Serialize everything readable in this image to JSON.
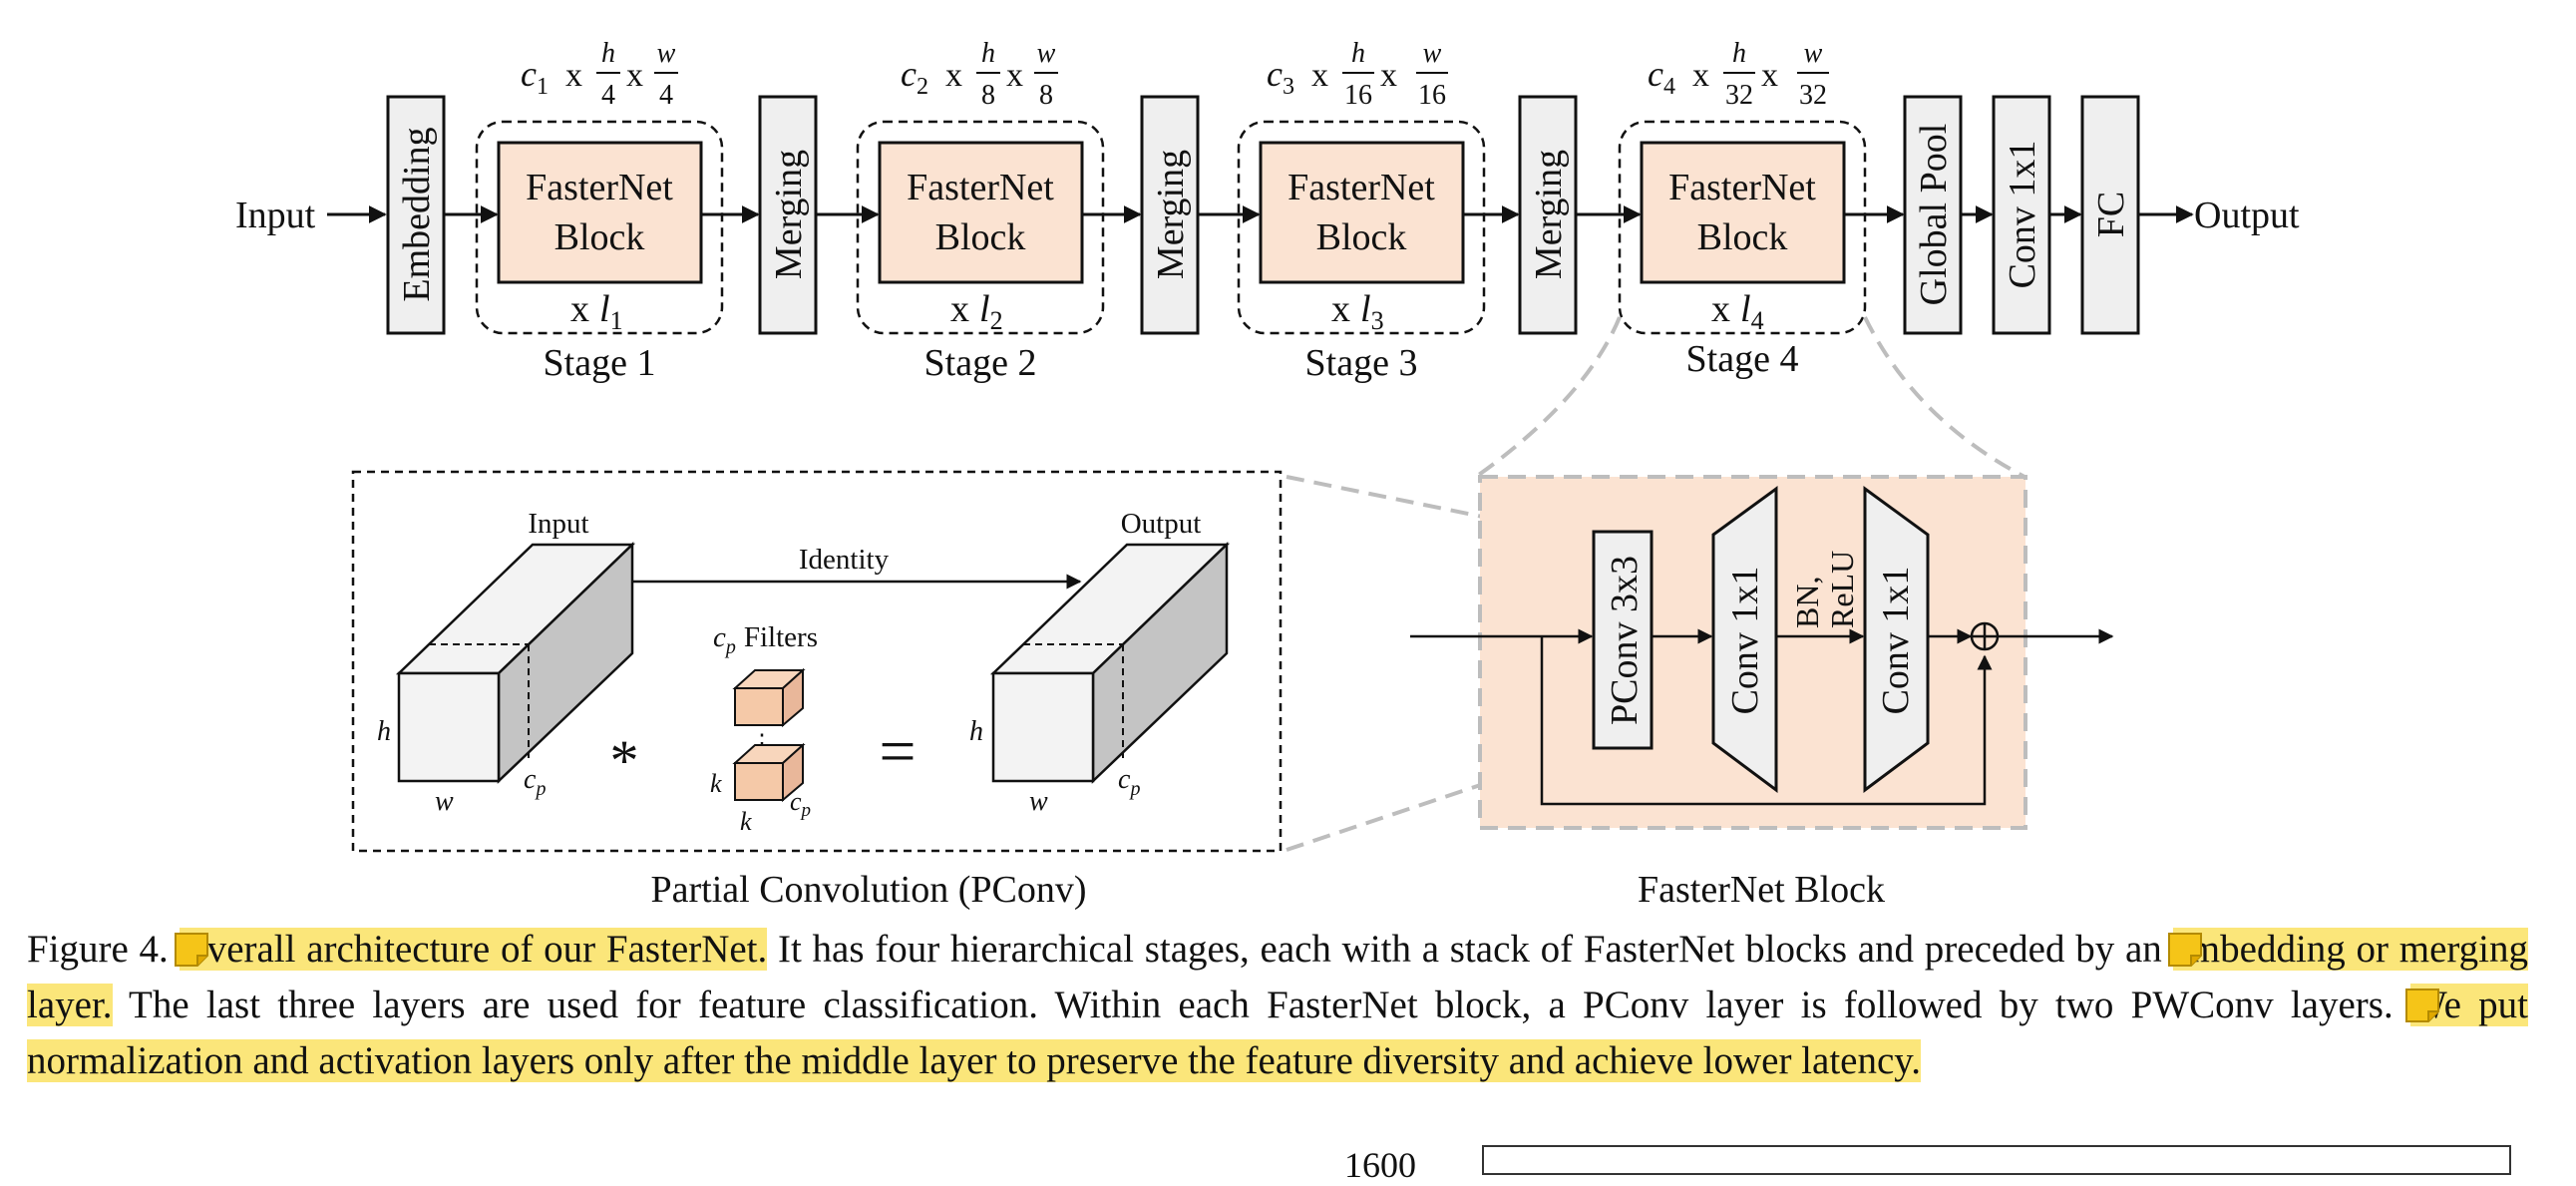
{
  "figure": {
    "top": {
      "input_label": "Input",
      "output_label": "Output",
      "embedding_label": "Embedding",
      "merging_label": "Merging",
      "block_line1": "FasterNet",
      "block_line2": "Block",
      "stages": [
        {
          "label": "Stage 1",
          "rep_x": "x",
          "rep_l": "l",
          "rep_sub": "1",
          "dim_c": "c",
          "dim_csub": "1",
          "dim_h": "h",
          "dim_w": "w",
          "dim_den": "4"
        },
        {
          "label": "Stage 2",
          "rep_x": "x",
          "rep_l": "l",
          "rep_sub": "2",
          "dim_c": "c",
          "dim_csub": "2",
          "dim_h": "h",
          "dim_w": "w",
          "dim_den": "8"
        },
        {
          "label": "Stage 3",
          "rep_x": "x",
          "rep_l": "l",
          "rep_sub": "3",
          "dim_c": "c",
          "dim_csub": "3",
          "dim_h": "h",
          "dim_w": "w",
          "dim_den": "16"
        },
        {
          "label": "Stage 4",
          "rep_x": "x",
          "rep_l": "l",
          "rep_sub": "4",
          "dim_c": "c",
          "dim_csub": "4",
          "dim_h": "h",
          "dim_w": "w",
          "dim_den": "32"
        }
      ],
      "times": "x",
      "global_pool_label": "Global Pool",
      "conv_label": "Conv 1x1",
      "fc_label": "FC"
    },
    "pconv": {
      "caption": "Partial Convolution (PConv)",
      "input_label": "Input",
      "output_label": "Output",
      "identity_label": "Identity",
      "filters_c": "c",
      "filters_sub": "p",
      "filters_label": "Filters",
      "h": "h",
      "w": "w",
      "k": "k",
      "cp_c": "c",
      "cp_sub": "p",
      "star": "*",
      "equals": "="
    },
    "block": {
      "caption": "FasterNet Block",
      "pconv_label": "PConv 3x3",
      "conv1_label": "Conv 1x1",
      "conv2_label": "Conv 1x1",
      "bn_label": "BN,",
      "relu_label": "ReLU"
    }
  },
  "caption": {
    "prefix": "Figure 4. ",
    "hl1": "Overall architecture of our FasterNet.",
    "t1": " It has four hierarchical stages, each with a stack of FasterNet blocks and preceded by an ",
    "hl2": "embedding or merging layer.",
    "t2": " The last three layers are used for feature classification. Within each FasterNet block, a PConv layer is followed by two PWConv layers. ",
    "hl3": "We put normalization and activation layers only after the middle layer to preserve the feature diversity and achieve lower latency."
  },
  "partial_chart": {
    "tick_label": "1600"
  },
  "colors": {
    "block_fill": "#fbe3d2",
    "layer_fill": "#efefef",
    "highlight": "#fbe67a",
    "note_icon": "#f5c518",
    "dashed_connector": "#bdbdbd"
  }
}
